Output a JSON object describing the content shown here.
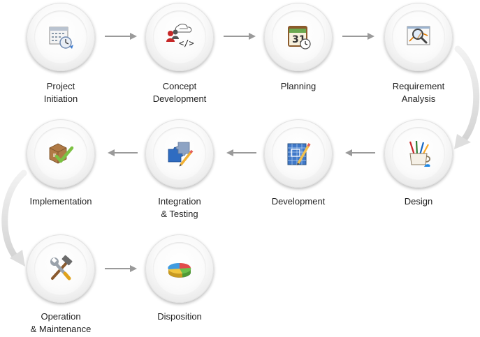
{
  "steps": [
    {
      "id": "project-initiation",
      "label": "Project\nInitiation",
      "icon": "calendar-clock-icon"
    },
    {
      "id": "concept-development",
      "label": "Concept\nDevelopment",
      "icon": "people-code-icon"
    },
    {
      "id": "planning",
      "label": "Planning",
      "icon": "calendar-31-icon",
      "icon_text": "31"
    },
    {
      "id": "requirement-analysis",
      "label": "Requirement\nAnalysis",
      "icon": "magnifier-chart-icon"
    },
    {
      "id": "design",
      "label": "Design",
      "icon": "paint-brushes-mug-icon"
    },
    {
      "id": "development",
      "label": "Development",
      "icon": "blueprint-pencil-icon"
    },
    {
      "id": "integration-testing",
      "label": "Integration\n& Testing",
      "icon": "puzzle-pencil-icon"
    },
    {
      "id": "implementation",
      "label": "Implementation",
      "icon": "box-checkmark-icon"
    },
    {
      "id": "operation-maintenance",
      "label": "Operation\n& Maintenance",
      "icon": "wrench-hammer-icon"
    },
    {
      "id": "disposition",
      "label": "Disposition",
      "icon": "pie-chart-icon"
    }
  ],
  "colors": {
    "arrow": "#9a9a9a",
    "curved_arrow": "#dcdcdc",
    "text": "#222222"
  }
}
